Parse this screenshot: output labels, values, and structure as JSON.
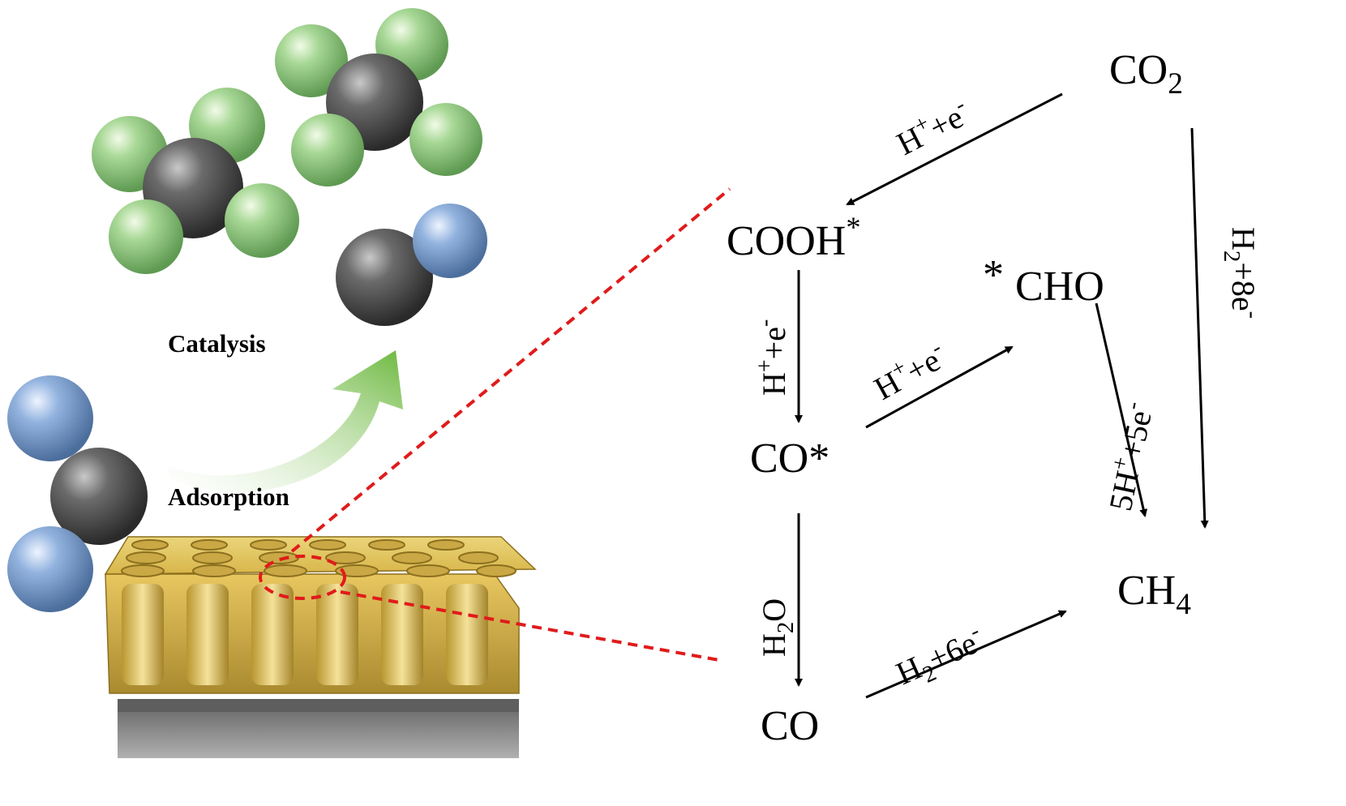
{
  "labels": {
    "catalysis": "Catalysis",
    "adsorption": "Adsorption"
  },
  "species": {
    "co2_main": "CO",
    "co2_sub": "2",
    "cooh_main": "COOH",
    "cooh_sup": "*",
    "cho_star": "*",
    "cho_main": "CHO",
    "co_star_main": "CO*",
    "co_main": "CO",
    "ch4_main": "CH",
    "ch4_sub": "4"
  },
  "reactions": {
    "co2_to_cooh": {
      "a": "H",
      "a_sup": "+",
      "b": "+e",
      "b_sup": "-"
    },
    "cooh_to_costar": {
      "a": "H",
      "a_sup": "+",
      "b": "+e",
      "b_sup": "-"
    },
    "costar_to_cho": {
      "a": "H",
      "a_sup": "+",
      "b": "+e",
      "b_sup": "-"
    },
    "cho_to_ch4": {
      "a": "5H",
      "a_sup": "+",
      "b": "+5e",
      "b_sup": "-"
    },
    "co2_to_ch4": {
      "a": "H",
      "a_sub": "2",
      "b": "+8e",
      "b_sup": "-"
    },
    "costar_to_co": {
      "a": "H",
      "a_sub": "2",
      "b": "O"
    },
    "co_to_ch4": {
      "a": "H",
      "a_sub": "2",
      "b": "+6e",
      "b_sup": "-"
    }
  },
  "colors": {
    "carbon": "#5a5a5a",
    "fluorine": "#9fd18f",
    "oxygen": "#8fb0dc",
    "membrane": "#e7c75a",
    "substrate": "#8a8a8a",
    "arrow_green": "#7cc04f",
    "zoom_dash": "#e01b1b"
  }
}
